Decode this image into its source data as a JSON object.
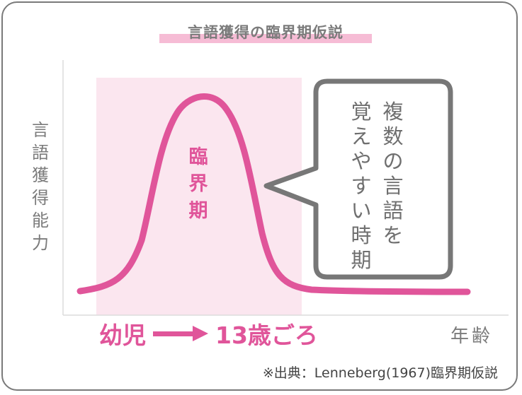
{
  "title": "言語獲得の臨界期仮説",
  "y_axis_label": "言語獲得能力",
  "x_axis_label": "年齢",
  "critical_period_label": "臨界期",
  "critical_period_range": {
    "start": "幼児",
    "end": "13歳ごろ"
  },
  "speech_bubble": {
    "lines": [
      "複数の言語を",
      "覚えやすい時期"
    ]
  },
  "source": "※出典：Lenneberg(1967)臨界期仮説",
  "colors": {
    "accent_pink": "#e0559a",
    "highlight_pink": "#f6bcd5",
    "shade_pink": "#fbe6ef",
    "text_gray": "#7b7b7b",
    "border_gray": "#7a7a7a"
  },
  "chart_data": {
    "type": "line",
    "title": "言語獲得の臨界期仮説",
    "xlabel": "年齢",
    "ylabel": "言語獲得能力",
    "x_ticks": [
      "幼児",
      "13歳ごろ"
    ],
    "shaded_region": {
      "label": "臨界期",
      "from": "幼児",
      "to": "13歳ごろ"
    },
    "annotation": "複数の言語を覚えやすい時期",
    "series": [
      {
        "name": "言語獲得能力",
        "shape": "bell curve peaking within critical period, then flat low plateau",
        "x": [
          0,
          0.1,
          0.2,
          0.3,
          0.4,
          0.5,
          0.6,
          0.7,
          1.0
        ],
        "values": [
          0.05,
          0.15,
          0.6,
          1.0,
          0.6,
          0.15,
          0.05,
          0.04,
          0.04
        ]
      }
    ]
  }
}
